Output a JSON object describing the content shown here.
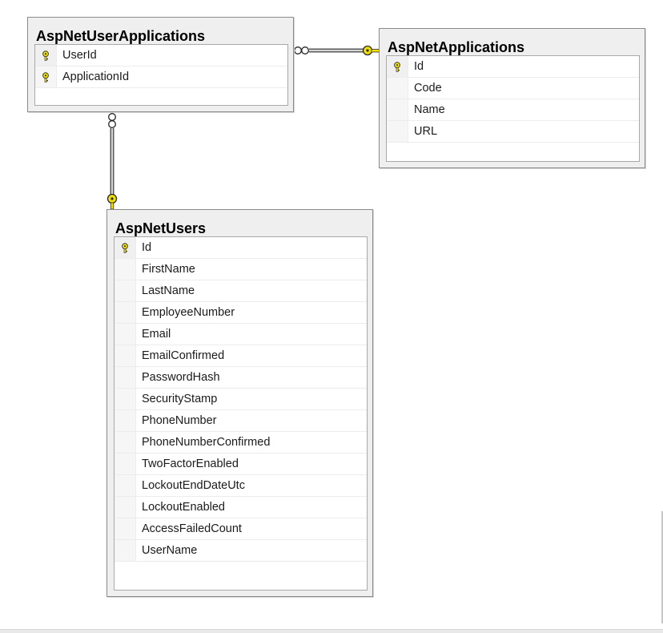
{
  "tables": {
    "user_applications": {
      "title": "AspNetUserApplications",
      "columns": [
        {
          "name": "UserId",
          "key": true
        },
        {
          "name": "ApplicationId",
          "key": true
        }
      ]
    },
    "applications": {
      "title": "AspNetApplications",
      "columns": [
        {
          "name": "Id",
          "key": true
        },
        {
          "name": "Code",
          "key": false
        },
        {
          "name": "Name",
          "key": false
        },
        {
          "name": "URL",
          "key": false
        }
      ]
    },
    "users": {
      "title": "AspNetUsers",
      "columns": [
        {
          "name": "Id",
          "key": true
        },
        {
          "name": "FirstName",
          "key": false
        },
        {
          "name": "LastName",
          "key": false
        },
        {
          "name": "EmployeeNumber",
          "key": false
        },
        {
          "name": "Email",
          "key": false
        },
        {
          "name": "EmailConfirmed",
          "key": false
        },
        {
          "name": "PasswordHash",
          "key": false
        },
        {
          "name": "SecurityStamp",
          "key": false
        },
        {
          "name": "PhoneNumber",
          "key": false
        },
        {
          "name": "PhoneNumberConfirmed",
          "key": false
        },
        {
          "name": "TwoFactorEnabled",
          "key": false
        },
        {
          "name": "LockoutEndDateUtc",
          "key": false
        },
        {
          "name": "LockoutEnabled",
          "key": false
        },
        {
          "name": "AccessFailedCount",
          "key": false
        },
        {
          "name": "UserName",
          "key": false
        }
      ]
    }
  },
  "colors": {
    "key_fill": "#f5e400",
    "key_stroke": "#3a3a3a",
    "line": "#5a5a5a",
    "line_inner": "#ffffff",
    "key_connector": "#f2e000"
  }
}
